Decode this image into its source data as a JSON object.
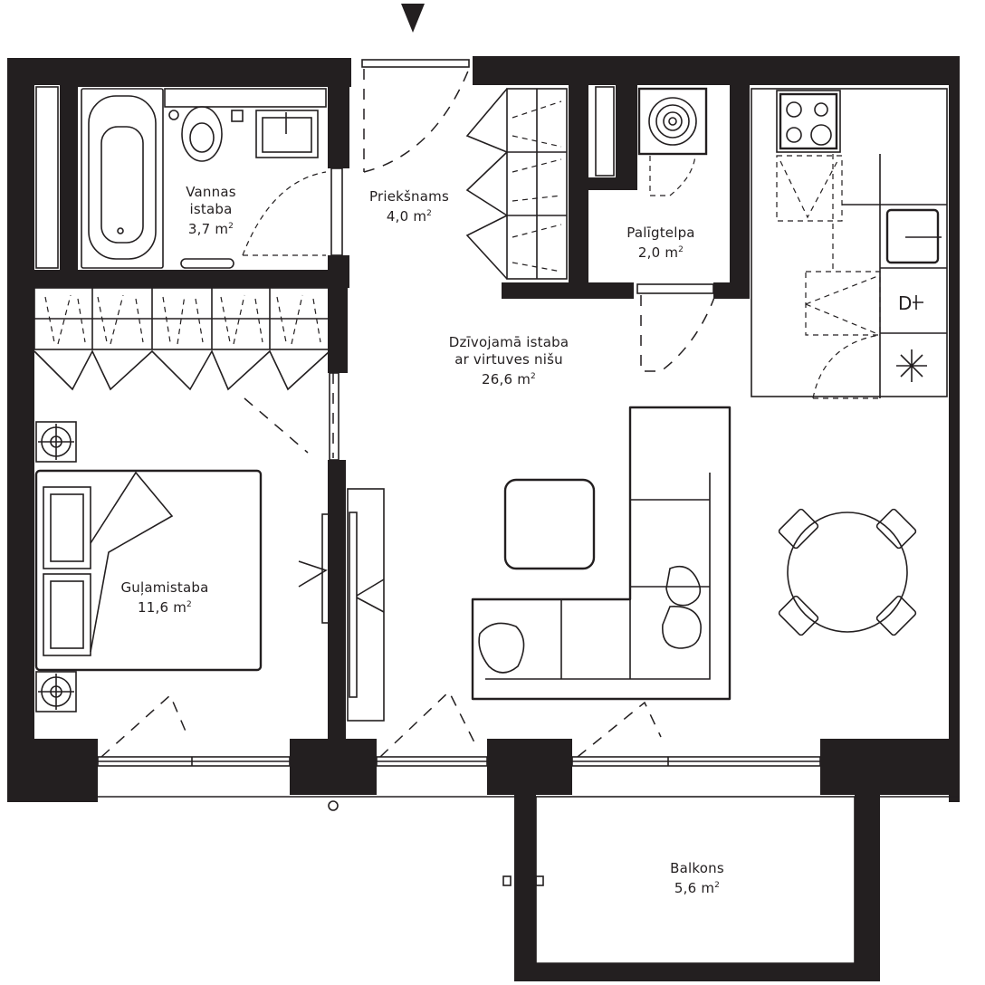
{
  "plan": {
    "type": "apartment-floor-plan",
    "entry_marker": "entrance-arrow",
    "colors": {
      "wall": "#231f20",
      "background": "#ffffff"
    },
    "rooms": [
      {
        "id": "bathroom",
        "name_line1": "Vannas",
        "name_line2": "istaba",
        "area": "3,7 m",
        "area_sup": "2"
      },
      {
        "id": "hallway",
        "name": "Priekšnams",
        "area": "4,0 m",
        "area_sup": "2"
      },
      {
        "id": "utility",
        "name": "Palīgtelpa",
        "area": "2,0 m",
        "area_sup": "2"
      },
      {
        "id": "living",
        "name_line1": "Dzīvojamā istaba",
        "name_line2": "ar virtuves nišu",
        "area": "26,6 m",
        "area_sup": "2"
      },
      {
        "id": "bedroom",
        "name": "Guļamistaba",
        "area": "11,6 m",
        "area_sup": "2"
      },
      {
        "id": "balcony",
        "name": "Balkons",
        "area": "5,6 m",
        "area_sup": "2"
      }
    ],
    "fixtures": [
      "bathtub",
      "toilet",
      "washbasin",
      "towel-rail",
      "boiler",
      "wardrobe-hallway",
      "wardrobe-bedroom",
      "cooktop",
      "kitchen-sink",
      "dishwasher",
      "washing-machine",
      "fridge",
      "oven",
      "dining-table-4-chairs",
      "corner-sofa",
      "coffee-table",
      "double-bed",
      "bedside-tables",
      "tv-unit"
    ]
  }
}
